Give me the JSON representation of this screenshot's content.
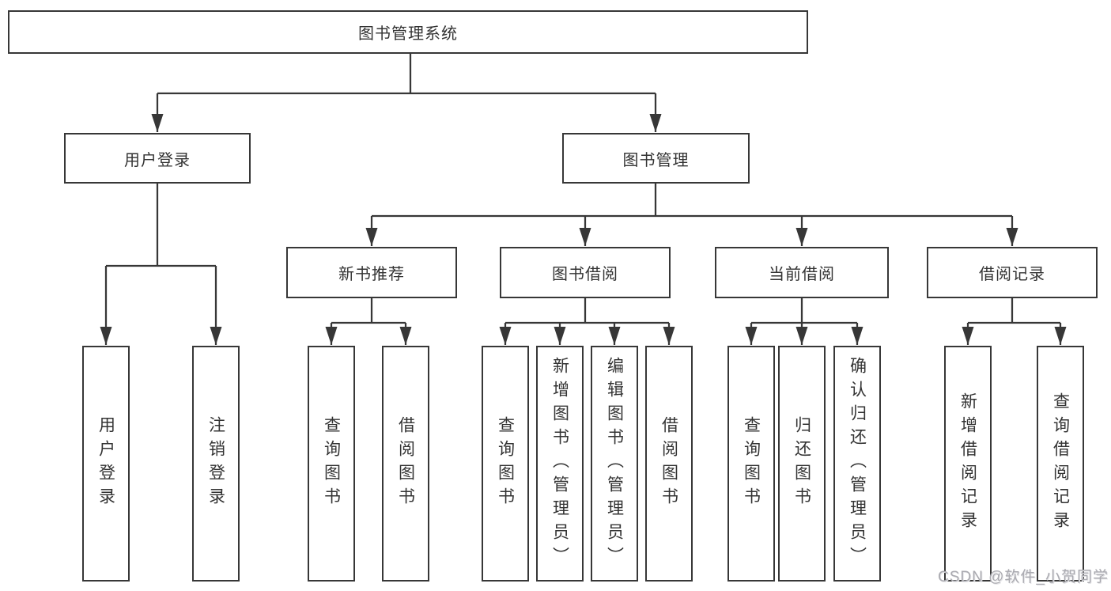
{
  "diagram": {
    "title": "图书管理系统",
    "level2": {
      "user_login": "用户登录",
      "book_management": "图书管理"
    },
    "level3": {
      "new_book_recommend": "新书推荐",
      "book_borrow": "图书借阅",
      "current_borrow": "当前借阅",
      "borrow_records": "借阅记录"
    },
    "leaves": {
      "user_login": "用户登录",
      "logout": "注销登录",
      "nbr_query_books": "查询图书",
      "nbr_borrow_books": "借阅图书",
      "bb_query_books": "查询图书",
      "bb_add_books_admin": "新增图书（管理员）",
      "bb_edit_books_admin": "编辑图书（管理员）",
      "bb_borrow_books": "借阅图书",
      "cb_query_books": "查询图书",
      "cb_return_books": "归还图书",
      "cb_confirm_return_admin": "确认归还（管理员）",
      "br_add_record": "新增借阅记录",
      "br_query_record": "查询借阅记录"
    }
  },
  "watermark": {
    "text": "CSDN @软件_小贺同学"
  },
  "colors": {
    "line": "#373737",
    "text": "#333333",
    "background": "#ffffff",
    "watermark": "#aaaab0"
  }
}
